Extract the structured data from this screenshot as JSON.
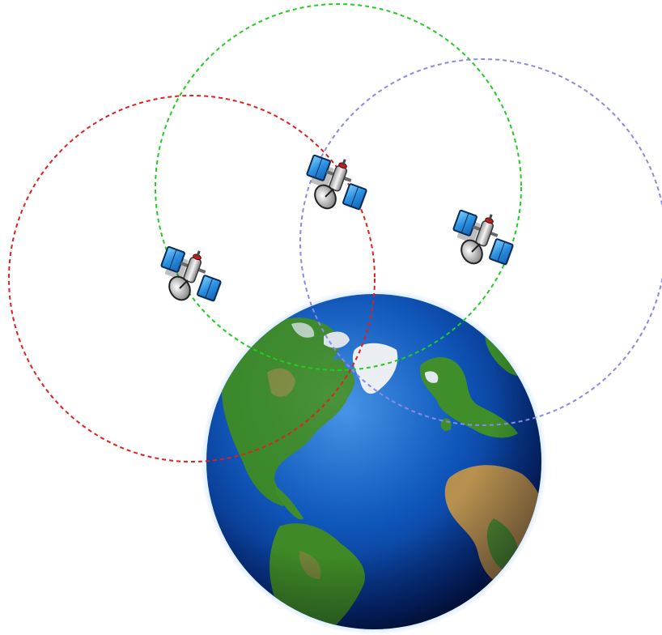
{
  "colors": {
    "background": "#ffffff",
    "ocean_light": "#2e7fd6",
    "ocean_mid": "#0d4fb3",
    "ocean_dark": "#021a4a",
    "land_green": "#3f8f2a",
    "land_brown": "#b38a4e",
    "ice": "#f2f5f8",
    "glow": "#8fc3ff"
  },
  "diagram": {
    "earth": {
      "icon": "earth-globe"
    },
    "satellites": [
      {
        "id": "left",
        "icon": "satellite-icon",
        "range_circle_color": "#e02020"
      },
      {
        "id": "top",
        "icon": "satellite-icon",
        "range_circle_color": "#22cc22"
      },
      {
        "id": "right",
        "icon": "satellite-icon",
        "range_circle_color": "#8a8ae6"
      }
    ]
  }
}
